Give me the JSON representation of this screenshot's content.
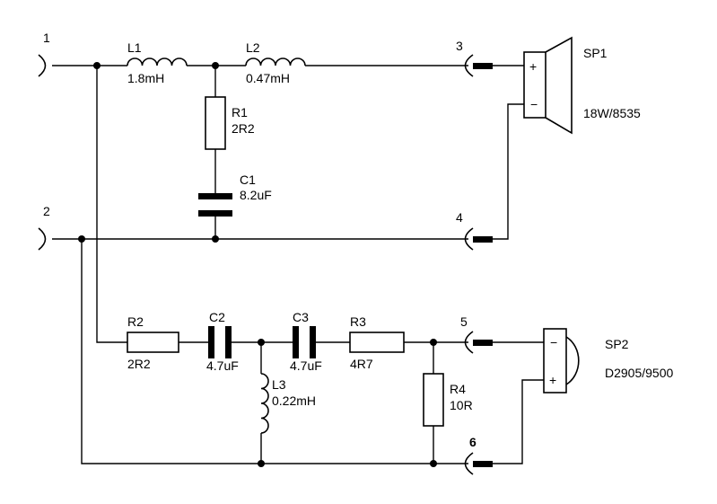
{
  "terminals": {
    "t1": "1",
    "t2": "2",
    "t3": "3",
    "t4": "4",
    "t5": "5",
    "t6": "6"
  },
  "components": {
    "L1": {
      "ref": "L1",
      "value": "1.8mH"
    },
    "L2": {
      "ref": "L2",
      "value": "0.47mH"
    },
    "R1": {
      "ref": "R1",
      "value": "2R2"
    },
    "C1": {
      "ref": "C1",
      "value": "8.2uF"
    },
    "R2": {
      "ref": "R2",
      "value": "2R2"
    },
    "C2": {
      "ref": "C2",
      "value": "4.7uF"
    },
    "C3": {
      "ref": "C3",
      "value": "4.7uF"
    },
    "L3": {
      "ref": "L3",
      "value": "0.22mH"
    },
    "R3": {
      "ref": "R3",
      "value": "4R7"
    },
    "R4": {
      "ref": "R4",
      "value": "10R"
    }
  },
  "speakers": {
    "SP1": {
      "ref": "SP1",
      "model": "18W/8535",
      "plus": "+",
      "minus": "−"
    },
    "SP2": {
      "ref": "SP2",
      "model": "D2905/9500",
      "plus": "+",
      "minus": "−"
    }
  },
  "colors": {
    "ink": "#000000",
    "background": "#ffffff"
  }
}
